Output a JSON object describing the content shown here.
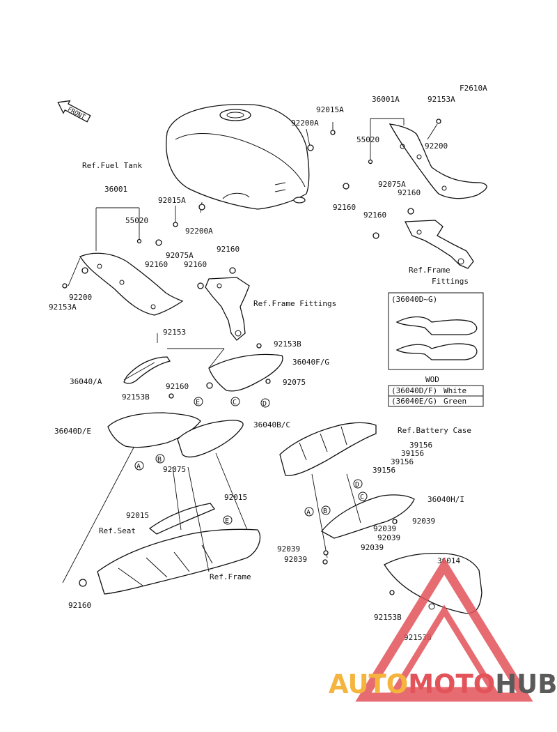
{
  "figure_code": "F2610A",
  "front_arrow_label": "FRONT",
  "parts": {
    "p36001A": "36001A",
    "p92153A_top": "92153A",
    "p92015A_top": "92015A",
    "p92200A_top": "92200A",
    "p55020_top": "55020",
    "p92200_top": "92200",
    "p92075A_top": "92075A",
    "p92160_top1": "92160",
    "p92160_top2": "92160",
    "p92160_top3": "92160",
    "p36001": "36001",
    "p92015A_left": "92015A",
    "p55020_left": "55020",
    "p92200A_left": "92200A",
    "p92160_left1": "92160",
    "p92075A_left": "92075A",
    "p92160_left2": "92160",
    "p92160_left3": "92160",
    "p92200_left": "92200",
    "p92153A_left": "92153A",
    "p92153": "92153",
    "p92153B_mid": "92153B",
    "p36040FG": "36040F/G",
    "p36040A": "36040/A",
    "p92160_mid": "92160",
    "p92075_mid": "92075",
    "p92153B_left": "92153B",
    "p36040DE": "36040D/E",
    "p36040BC": "36040B/C",
    "p92075_low": "92075",
    "p92015_right": "92015",
    "p92015_left": "92015",
    "p92160_bottom": "92160",
    "p39156_1": "39156",
    "p39156_2": "39156",
    "p39156_3": "39156",
    "p39156_4": "39156",
    "p36040HI": "36040H/I",
    "p92039_1": "92039",
    "p92039_2": "92039",
    "p92039_3": "92039",
    "p92039_4": "92039",
    "p92039_5": "92039",
    "p36014": "36014",
    "p92153B_r1": "92153B",
    "p92153B_r2": "92153B"
  },
  "references": {
    "fuel_tank": "Ref.Fuel Tank",
    "frame_fittings_right_1": "Ref.Frame",
    "frame_fittings_right_2": "Fittings",
    "frame_fittings_left": "Ref.Frame Fittings",
    "battery_case": "Ref.Battery Case",
    "seat": "Ref.Seat",
    "frame": "Ref.Frame"
  },
  "callouts": {
    "A": "A",
    "B": "B",
    "C": "C",
    "D": "D",
    "E": "E"
  },
  "variant_box": {
    "title": "(36040D~G)",
    "wod": "WOD",
    "rows": [
      {
        "code": "(36040D/F)",
        "color": "White"
      },
      {
        "code": "(36040E/G)",
        "color": "Green"
      }
    ]
  },
  "watermark": {
    "word_a": "AUTO",
    "word_b": "MOTO",
    "word_c": "HUB",
    "color_orange": "#f4b43e",
    "color_red": "#e2535a",
    "color_dark": "#5a5a5a"
  }
}
